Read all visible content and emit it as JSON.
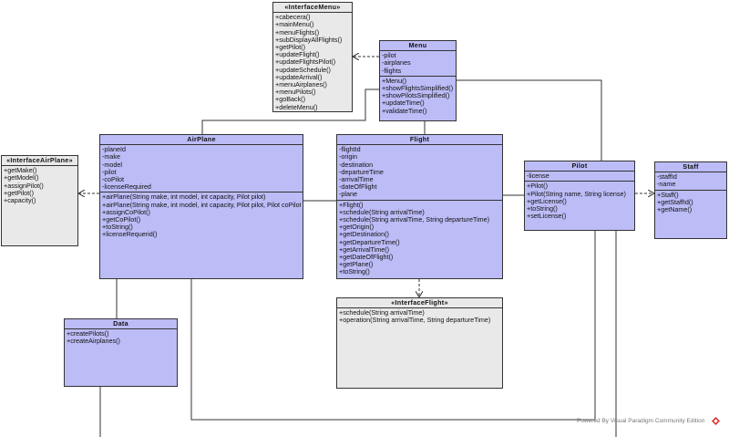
{
  "classes": {
    "interface_menu": {
      "title": "«InterfaceMenu»",
      "methods": [
        "+cabecera()",
        "+mainMenu()",
        "+menuFlights()",
        "+subDisplayAllFlights()",
        "+getPilot()",
        "+updateFlight()",
        "+updateFlightsPilot()",
        "+updateSchedule()",
        "+updateArrival()",
        "+menuAirplanes()",
        "+menuPilots()",
        "+goBack()",
        "+deleteMenu()"
      ]
    },
    "menu": {
      "title": "Menu",
      "attributes": [
        "-pilot",
        "-airplanes",
        "-flights"
      ],
      "methods": [
        "+Menu()",
        "+showFlightsSimplified()",
        "+showPilotsSimplified()",
        "+updateTime()",
        "+validateTime()"
      ]
    },
    "interface_airplane": {
      "title": "«InterfaceAirPlane»",
      "methods": [
        "+getMake()",
        "+getModel()",
        "+assignPilot()",
        "+getPilot()",
        "+capacity()"
      ]
    },
    "airplane": {
      "title": "AirPlane",
      "attributes": [
        "-planeId",
        "-make",
        "-model",
        "-pilot",
        "-coPilot",
        "-licenseRequired"
      ],
      "methods": [
        "+airPlane(String make, int model, int capacity, Pilot pilot)",
        "+airPlane(String make, int model, int capacity, Pilot pilot, Pilot coPilot)",
        "+assignCoPilot()",
        "+getCoPilot()",
        "+toString()",
        "+licenseRequerid()"
      ]
    },
    "flight": {
      "title": "Flight",
      "attributes": [
        "-flightId",
        "-origin",
        "-destination",
        "-departureTime",
        "-arrivalTime",
        "-dateOfFlight",
        "-plane"
      ],
      "methods": [
        "+Flight()",
        "+schedule(String arrivalTime)",
        "+schedule(String arrivalTime, String departureTime)",
        "+getOrigin()",
        "+getDestination()",
        "+getDepartureTime()",
        "+getArrivalTime()",
        "+getDateOfFlight()",
        "+getPlane()",
        "+toString()"
      ]
    },
    "pilot": {
      "title": "Pilot",
      "attributes": [
        "-license"
      ],
      "methods": [
        "+Pilot()",
        "+Pilot(String name, String license)",
        "+getLicense()",
        "+toString()",
        "+setLicense()"
      ]
    },
    "staff": {
      "title": "Staff",
      "attributes": [
        "-staffId",
        "-name"
      ],
      "methods": [
        "+Staff()",
        "+getStaffId()",
        "+getName()"
      ]
    },
    "interface_flight": {
      "title": "«InterfaceFlight»",
      "methods": [
        "+schedule(String arrivalTime)",
        "+operation(String arrivalTime, String departureTime)"
      ]
    },
    "data": {
      "title": "Data",
      "methods": [
        "+createPilots()",
        "+createAirplanes()"
      ]
    }
  },
  "footer": "Powered By Visual Paradigm Community Edition",
  "colors": {
    "class_fill": "#bcbcf7",
    "interface_fill": "#e9e9e9",
    "line": "#333333",
    "logo": "#d9322e"
  }
}
